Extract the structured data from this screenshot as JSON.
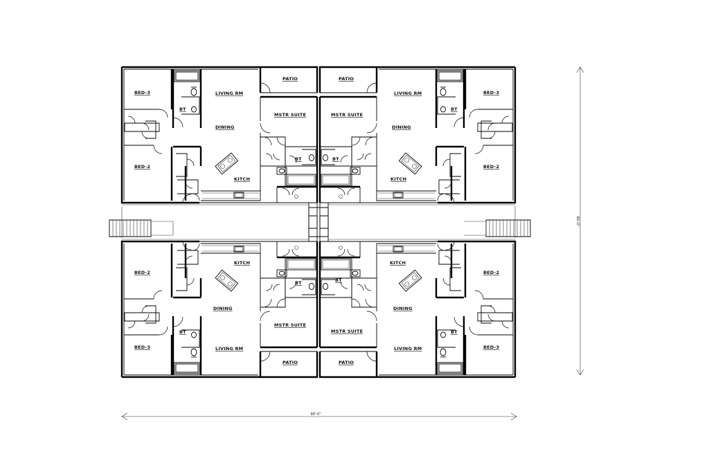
{
  "rooms": {
    "bed3": "BED-3",
    "bed2": "BED-2",
    "living": "LIVING RM",
    "dining": "DINING",
    "kitchen": "KITCH",
    "master": "MSTR SUITE",
    "patio": "PATIO",
    "bath": "BT"
  },
  "dimensions": {
    "width": "90'-0\"",
    "height": "60'-0\""
  },
  "colors": {
    "line": "#000000",
    "background": "#ffffff"
  }
}
